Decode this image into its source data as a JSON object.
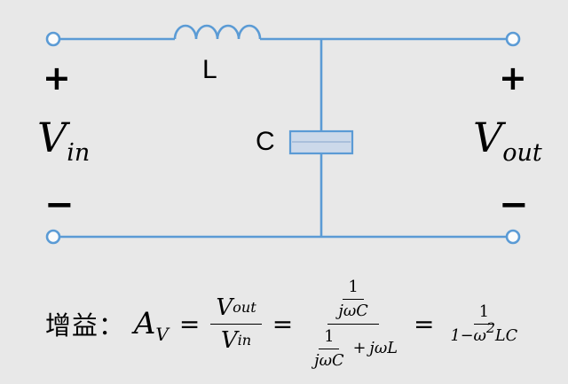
{
  "background": "#e8e8e8",
  "circuit": {
    "wire_color": "#5b9bd5",
    "capacitor_fill": "#ccd9ea",
    "inductor_label": "L",
    "capacitor_label": "C",
    "vin_main": "V",
    "vin_sub": "in",
    "vout_main": "V",
    "vout_sub": "out",
    "plus": "+",
    "minus": "−"
  },
  "formula": {
    "gain_label": "增益：",
    "a_main": "A",
    "a_sub": "V",
    "eq": "=",
    "v": "V",
    "sub_out": "out",
    "sub_in": "in",
    "one": "1",
    "jwc": "jωC",
    "plus": "+",
    "jwl": "jωL",
    "den_start": "1−ω",
    "den_sq": "2",
    "den_lc": "LC"
  }
}
